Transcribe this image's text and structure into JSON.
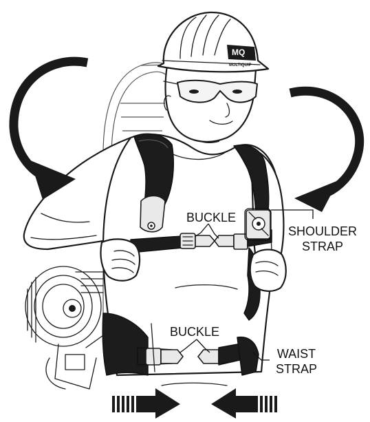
{
  "labels": {
    "buckle_top": "BUCKLE",
    "shoulder_strap_line1": "SHOULDER",
    "shoulder_strap_line2": "STRAP",
    "buckle_bottom": "BUCKLE",
    "waist_strap_line1": "WAIST",
    "waist_strap_line2": "STRAP"
  },
  "logo": {
    "mark": "MQ",
    "brand": "MULTIQUIP"
  },
  "colors": {
    "line": "#1a1a1a",
    "strap": "#1c1c1c",
    "background": "#ffffff"
  },
  "icons": {
    "left_curved_arrow": "curved-arrow-down-right",
    "right_curved_arrow": "curved-arrow-down-left",
    "bottom_left_arrow": "push-arrow-right",
    "bottom_right_arrow": "push-arrow-left"
  }
}
